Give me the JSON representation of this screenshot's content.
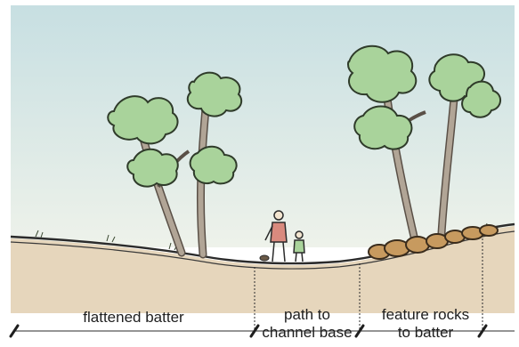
{
  "zones": [
    {
      "id": "flattened-batter",
      "lines": [
        "flattened batter"
      ]
    },
    {
      "id": "path-to-channel-base",
      "lines": [
        "path to",
        "channel base"
      ]
    },
    {
      "id": "feature-rocks-to-batter",
      "lines": [
        "feature rocks",
        "to batter"
      ]
    }
  ],
  "colors": {
    "sky_top": "#c7dfe2",
    "sky_bottom": "#e9f0ea",
    "soil": "#e6d6bc",
    "foliage": "#a9d39b",
    "foliage_outline": "#2f3b2a",
    "trunk": "#b1a596",
    "rock": "#c79a5f",
    "figure_shirt": "#d98a7e",
    "ink": "#1e1e1e"
  },
  "icons": [
    "gum-tree-icon",
    "person-icon",
    "child-icon",
    "dog-icon",
    "rock-icon",
    "dimension-tick-icon"
  ]
}
